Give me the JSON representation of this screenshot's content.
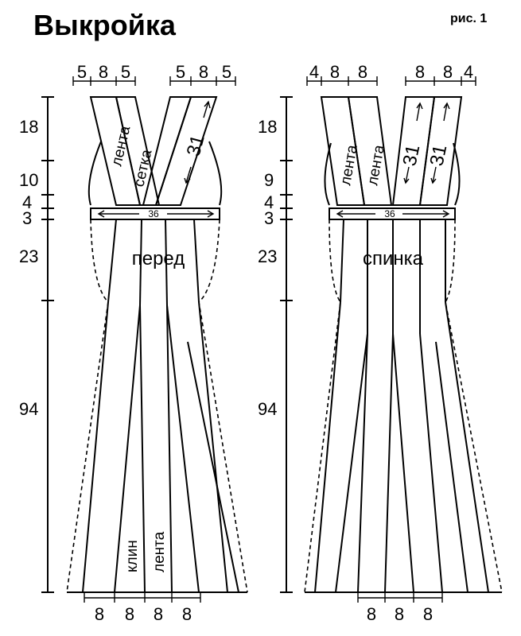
{
  "title": "Выкройка",
  "figure_label": "рис. 1",
  "front": {
    "label": "перед",
    "top_widths": [
      "5",
      "8",
      "5",
      "5",
      "8",
      "5"
    ],
    "heights": [
      "18",
      "10",
      "4",
      "3",
      "23",
      "94"
    ],
    "strap_labels": [
      "лента",
      "сетка"
    ],
    "strap_length": "31",
    "waist": "36",
    "bottom_labels": [
      "клин",
      "лента"
    ],
    "bottom_widths": [
      "8",
      "8",
      "8",
      "8"
    ]
  },
  "back": {
    "label": "спинка",
    "top_widths": [
      "4",
      "8",
      "8",
      "8",
      "8",
      "4"
    ],
    "heights": [
      "18",
      "9",
      "4",
      "3",
      "23",
      "94"
    ],
    "strap_labels": [
      "лента",
      "лента"
    ],
    "strap_lengths": [
      "31",
      "31"
    ],
    "waist": "36",
    "bottom_widths": [
      "8",
      "8",
      "8"
    ]
  }
}
